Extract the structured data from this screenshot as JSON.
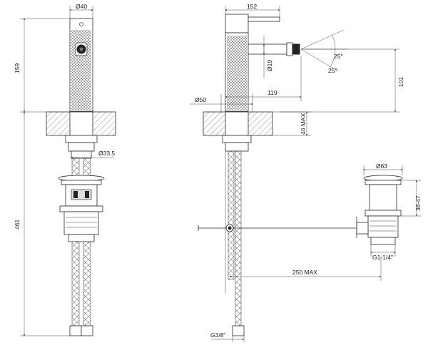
{
  "dimensions": {
    "left_top_width": "Ø40",
    "left_height_upper": "159",
    "left_height_lower": "461",
    "left_nut": "Ø33.5",
    "right_top_width": "152",
    "right_spout_dia": "Ø19",
    "right_spout_reach": "119",
    "right_spout_height": "101",
    "right_angle_1": "25°",
    "right_angle_2": "25°",
    "right_base": "Ø50",
    "right_deck_thickness": "40 MAX",
    "waste_top": "Ø63",
    "waste_height": "38-47",
    "waste_thread": "G1-1/4\"",
    "rod_length": "250 MAX",
    "hose_thread": "G3/8\""
  },
  "colors": {
    "line": "#2a2a2a",
    "hatch": "#555555",
    "knurl": "#444444"
  }
}
